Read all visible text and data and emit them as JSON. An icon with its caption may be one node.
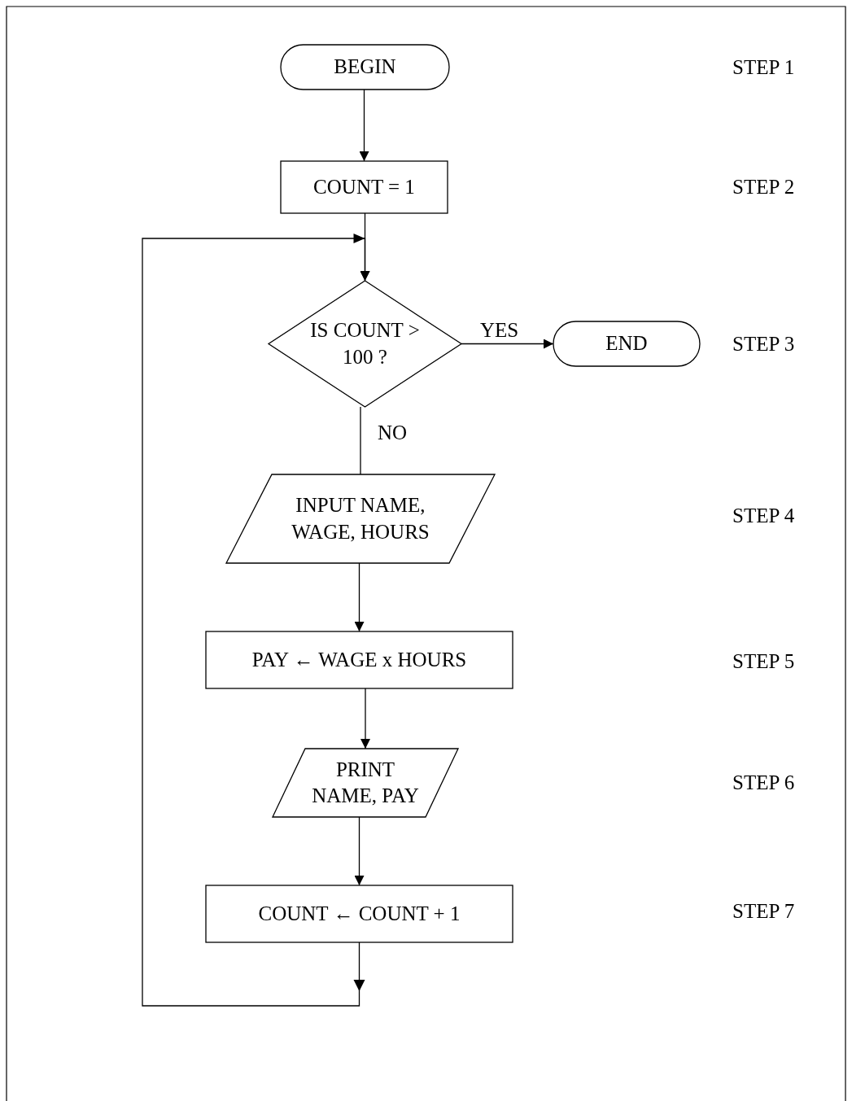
{
  "diagram": {
    "nodes": [
      {
        "text": [
          "BEGIN"
        ]
      },
      {
        "text": [
          "COUNT = 1"
        ]
      },
      {
        "text": [
          "IS COUNT > 100 ?"
        ]
      },
      {
        "text": [
          "END"
        ]
      },
      {
        "text": [
          "INPUT NAME, WAGE, HOURS"
        ]
      },
      {
        "text": [
          "PAY ← WAGE x HOURS"
        ]
      },
      {
        "text": [
          "PRINT NAME, PAY"
        ]
      },
      {
        "text": [
          "COUNT ← COUNT + 1"
        ]
      }
    ],
    "edges": [
      {
        "from": 0,
        "to": 1,
        "arrow": "to"
      },
      {
        "from": 1,
        "to": 2,
        "arrow": "to"
      },
      {
        "from": 2,
        "to": 3,
        "arrow": "to",
        "label": "YES"
      },
      {
        "from": 2,
        "to": 4,
        "arrow": "none",
        "label": "NO"
      },
      {
        "from": 4,
        "to": 5,
        "arrow": "to"
      },
      {
        "from": 5,
        "to": 6,
        "arrow": "to"
      },
      {
        "from": 6,
        "to": 7,
        "arrow": "to"
      },
      {
        "from": 7,
        "to": 2,
        "arrow": "to"
      }
    ],
    "labels": [
      "STEP 1",
      "STEP 2",
      "STEP 3",
      "STEP 4",
      "STEP 5",
      "STEP 6",
      "STEP 7"
    ]
  }
}
